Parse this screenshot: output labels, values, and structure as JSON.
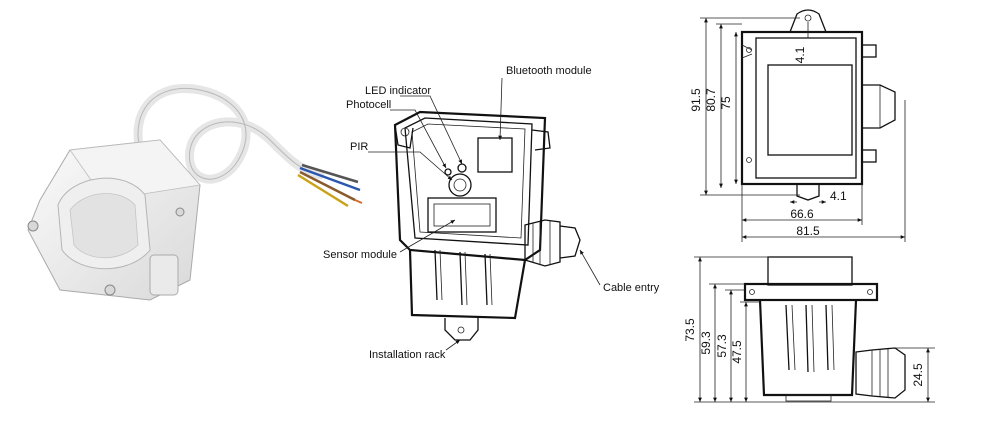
{
  "callouts": {
    "led_indicator": "LED indicator",
    "photocell": "Photocell",
    "pir": "PIR",
    "sensor_module": "Sensor module",
    "installation_rack": "Installation rack",
    "bluetooth_module": "Bluetooth module",
    "cable_entry": "Cable entry"
  },
  "front_view_dims": {
    "total_height": "91.5",
    "body_height": "80.7",
    "inner_height": "75",
    "tab_top": "4.1",
    "tab_bottom": "4.1",
    "inner_width": "66.6",
    "total_width": "81.5"
  },
  "side_view_dims": {
    "total_height": "73.5",
    "height_a": "59.3",
    "height_b": "57.3",
    "height_c": "47.5",
    "cable_height": "24.5"
  }
}
